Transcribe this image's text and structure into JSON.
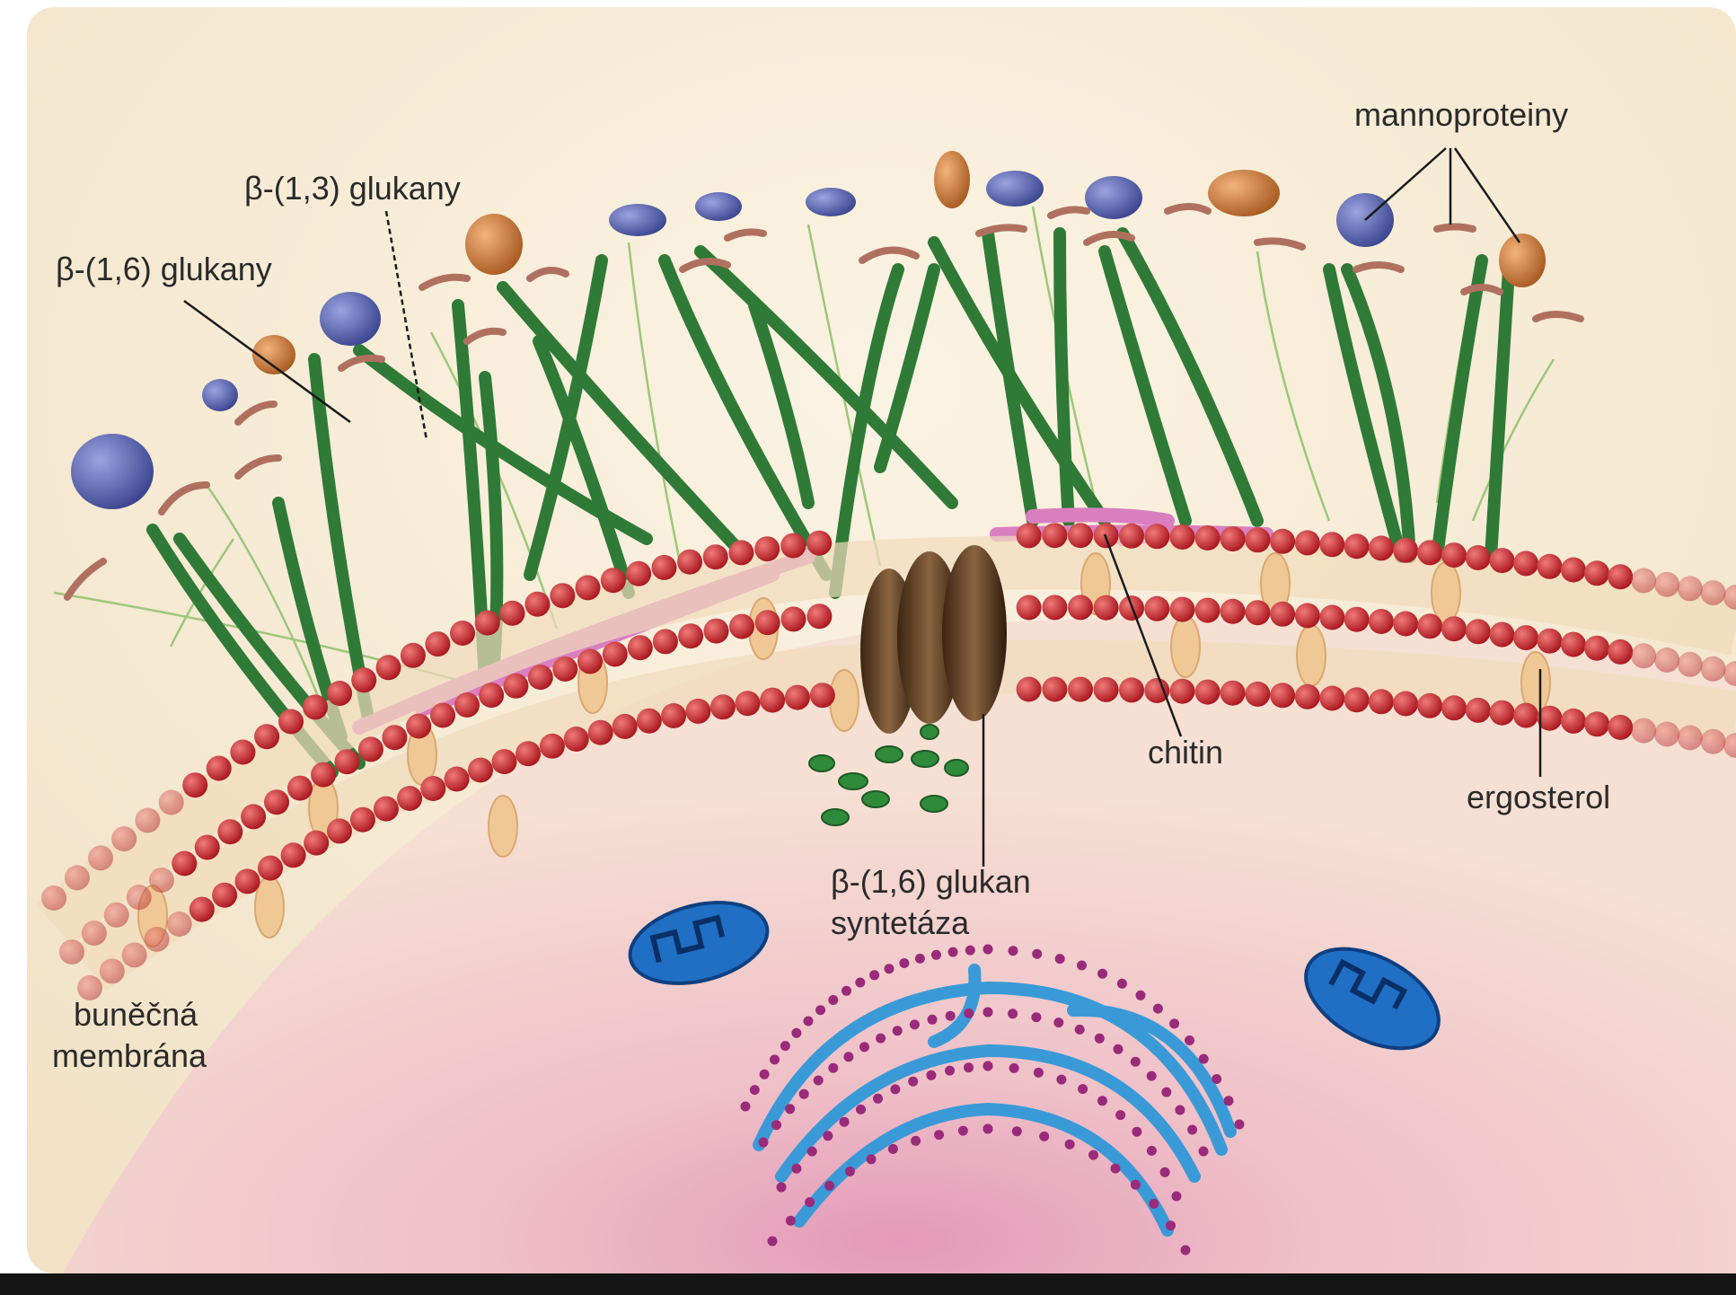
{
  "labels": {
    "mannoproteins": "mannoproteiny",
    "beta13": "β-(1,3) glukany",
    "beta16": "β-(1,6) glukany",
    "chitin": "chitin",
    "ergosterol": "ergosterol",
    "synthase_line1": "β-(1,6) glukan",
    "synthase_line2": "syntetáza",
    "membrane_line1": "buněčná",
    "membrane_line2": "membrána"
  },
  "colors": {
    "background": "#f6ecd6",
    "cytoplasm": "#f3d9d2",
    "nucleus_glow": "#e7a8c0",
    "glucan_fiber": "#2f7a36",
    "glucan_fine": "#8fbf6a",
    "chitin": "#d97fc0",
    "lipid_head": "#c4262e",
    "ergosterol": "#f0c896",
    "mannoprotein_blue": "#5660a8",
    "mannoprotein_orange": "#c97a3a",
    "synthase": "#5a3b22",
    "mitochondrion": "#1f6fc4",
    "er": "#3a9ad8",
    "ribosome": "#9a2a7a",
    "bottom_bar": "#141414"
  }
}
